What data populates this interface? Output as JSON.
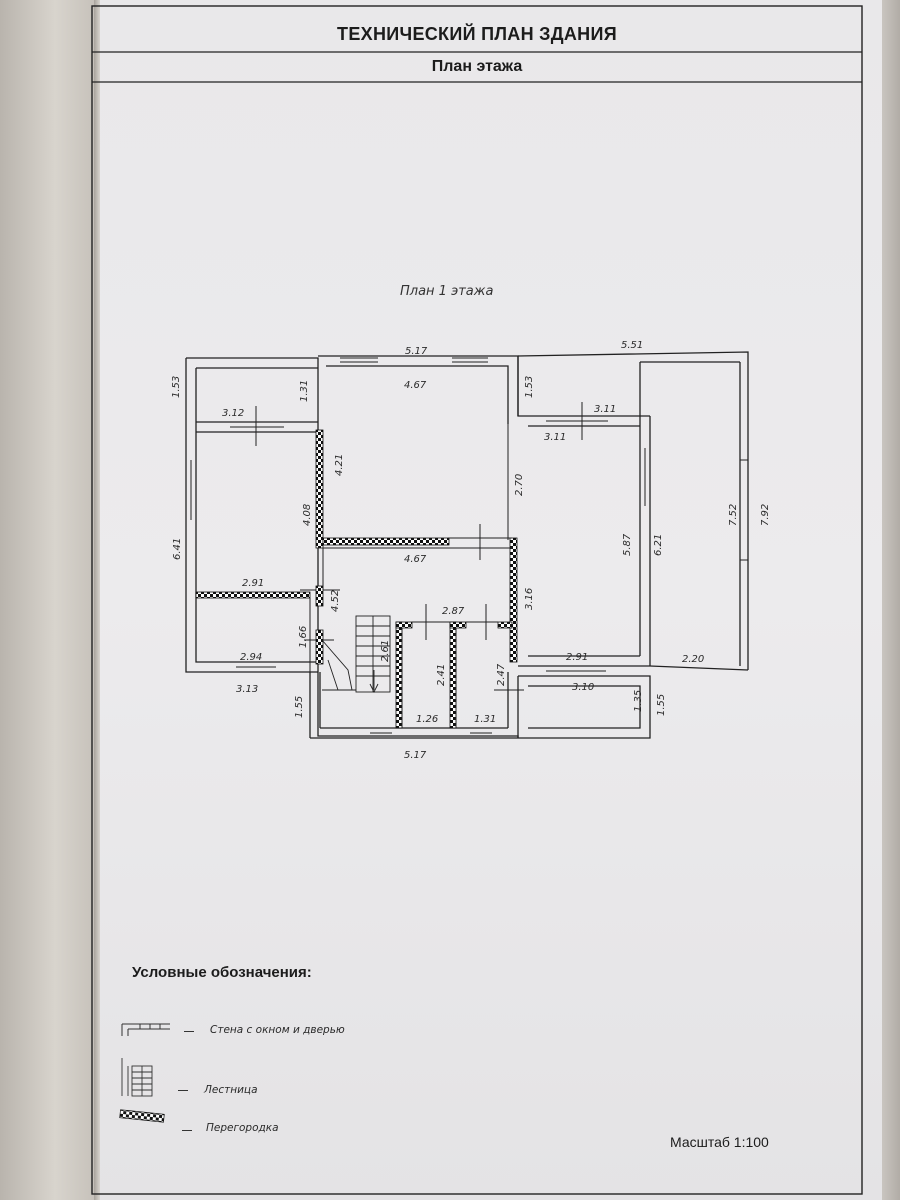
{
  "document": {
    "title": "ТЕХНИЧЕСКИЙ ПЛАН ЗДАНИЯ",
    "subtitle": "План этажа",
    "plan_caption": "План 1 этажа",
    "scale": "Масштаб 1:100"
  },
  "legend": {
    "title": "Условные обозначения:",
    "items": [
      {
        "label": "Стена с окном и дверью",
        "icon": "wall-with-window-icon"
      },
      {
        "label": "Лестница",
        "icon": "stairs-icon"
      },
      {
        "label": "Перегородка",
        "icon": "partition-icon"
      }
    ]
  },
  "dimensions": {
    "d_517_top": "5.17",
    "d_551": "5.51",
    "d_153_left": "1.53",
    "d_131_left": "1.31",
    "d_312": "3.12",
    "d_467_top": "4.67",
    "d_153_mid": "1.53",
    "d_311_a": "3.11",
    "d_311_b": "3.11",
    "d_421": "4.21",
    "d_270": "2.70",
    "d_408": "4.08",
    "d_641": "6.41",
    "d_467_mid": "4.67",
    "d_587": "5.87",
    "d_621": "6.21",
    "d_752": "7.52",
    "d_792": "7.92",
    "d_291_left": "2.91",
    "d_452": "4.52",
    "d_287": "2.87",
    "d_316": "3.16",
    "d_166": "1.66",
    "d_261": "2.61",
    "d_294": "2.94",
    "d_291_right": "2.91",
    "d_220": "2.20",
    "d_241": "2.41",
    "d_247": "2.47",
    "d_313": "3.13",
    "d_310": "3.10",
    "d_155_left": "1.55",
    "d_135": "1.35",
    "d_155_right": "1.55",
    "d_126": "1.26",
    "d_131_bottom": "1.31",
    "d_517_bottom": "5.17"
  }
}
